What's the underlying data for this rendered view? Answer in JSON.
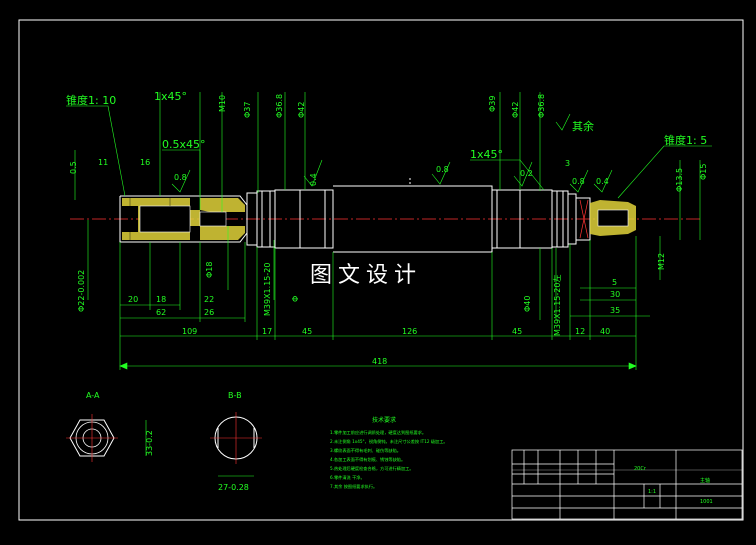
{
  "dimensions": {
    "taper_left": "锥度1: 10",
    "taper_right": "锥度1: 5",
    "rest": "其余",
    "chamfer_1": "1x45°",
    "chamfer_2": "0.5x45°",
    "chamfer_3": "1x45°",
    "thread_m10": "M10",
    "thread_m12": "M12",
    "thread_left": "M39X1.15-20",
    "thread_right": "M39X1.15-20左",
    "dia_37": "Φ37",
    "dia_36_8_l": "Φ36.8",
    "dia_42_l": "Φ42",
    "dia_39": "Φ39",
    "dia_42_r": "Φ42",
    "dia_36_8_r": "Φ36.8",
    "dia_13_5": "Φ13.5",
    "dia_15": "Φ15",
    "dia_22": "Φ22-0.002",
    "dia_18": "Φ18",
    "dia_40": "Φ40",
    "dia_small": "Φ",
    "d_0_5": "0.5",
    "d_11": "11",
    "d_16": "16",
    "r_0_8_a": "0.8",
    "r_0_4_a": "0.4",
    "r_0_8_b": "0.8",
    "r_0_2": "0.2",
    "r_0_8_c": "0.8",
    "r_0_4_b": "0.4",
    "d_3": "3",
    "d_20": "20",
    "d_18": "18",
    "d_22": "22",
    "d_62": "62",
    "d_26": "26",
    "d_109": "109",
    "d_17": "17",
    "d_45_l": "45",
    "d_126": "126",
    "d_45_r": "45",
    "d_12": "12",
    "d_40": "40",
    "d_5": "5",
    "d_30": "30",
    "d_35": "35",
    "total": "418"
  },
  "watermark": "图文设计",
  "sections": {
    "aa_label": "A-A",
    "aa_dim": "33-0.2",
    "bb_label": "B-B",
    "bb_dim": "27-0.28"
  },
  "notes": {
    "title": "技术要求",
    "lines": [
      "1.零件加工前应进行调质处理，硬度达到图纸要求。",
      "2.未注倒角 1x45°，锐角倒钝，未注尺寸公差按 IT12 级加工。",
      "3.螺纹表面不得有毛刺、碰伤等缺陷。",
      "4.各加工表面不得有划痕、锈蚀等缺陷。",
      "5.热处理后硬度检查合格，方可进行精加工。",
      "6.零件清洗 干净。",
      "7.其余 按图纸要求执行。"
    ]
  },
  "title_block": {
    "material": "20Cr",
    "part_name": "主轴",
    "drawing_no": "1001",
    "scale": "1:1"
  }
}
